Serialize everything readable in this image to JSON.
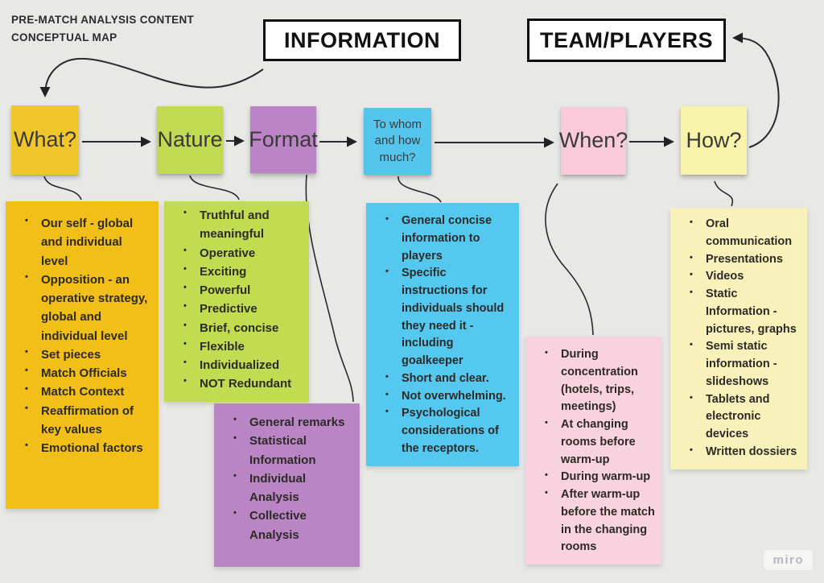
{
  "canvas_bg": "#e8e8e6",
  "header": {
    "title_line1": "PRE-MATCH ANALYSIS CONTENT",
    "title_line2": "CONCEPTUAL MAP",
    "information_label": "INFORMATION",
    "team_players_label": "TEAM/PLAYERS"
  },
  "nodes": {
    "what": {
      "label": "What?",
      "sticky_color": "#f0c62a",
      "box_color": "#f2bf18",
      "items": [
        "Our self - global and individual level",
        "Opposition - an operative strategy, global and individual level",
        "Set pieces",
        "Match Officials",
        "Match Context",
        "Reaffirmation of key values",
        "Emotional factors"
      ]
    },
    "nature": {
      "label": "Nature",
      "sticky_color": "#c2da52",
      "box_color": "#c1dc51",
      "items": [
        "Truthful and meaningful",
        "Operative",
        "Exciting",
        "Powerful",
        "Predictive",
        "Brief, concise",
        "Flexible",
        "Individualized",
        "NOT Redundant"
      ]
    },
    "format": {
      "label": "Format",
      "sticky_color": "#bb84c6",
      "box_color": "#ba85c5",
      "items": [
        "General remarks",
        "Statistical Information",
        "Individual Analysis",
        "Collective Analysis"
      ]
    },
    "to_whom": {
      "label": "To whom and how much?",
      "sticky_color": "#54c6ee",
      "box_color": "#55c8ef",
      "items": [
        "General concise information to players",
        "Specific instructions for individuals should they need it - including goalkeeper",
        "Short and clear.",
        "Not overwhelming.",
        "Psychological considerations of the receptors."
      ]
    },
    "when": {
      "label": "When?",
      "sticky_color": "#f8cada",
      "box_color": "#f9d2df",
      "items": [
        "During concentration (hotels, trips, meetings)",
        "At changing rooms before warm-up",
        "During warm-up",
        "After warm-up before the match in the changing rooms"
      ]
    },
    "how": {
      "label": "How?",
      "sticky_color": "#f7f3a9",
      "box_color": "#f8f2ba",
      "items": [
        "Oral communication",
        "Presentations",
        "Videos",
        "Static Information - pictures, graphs",
        "Semi static information - slideshows",
        "Tablets and electronic devices",
        "Written dossiers"
      ]
    }
  },
  "connector_color": "#2a2a2a",
  "watermark": "miro"
}
